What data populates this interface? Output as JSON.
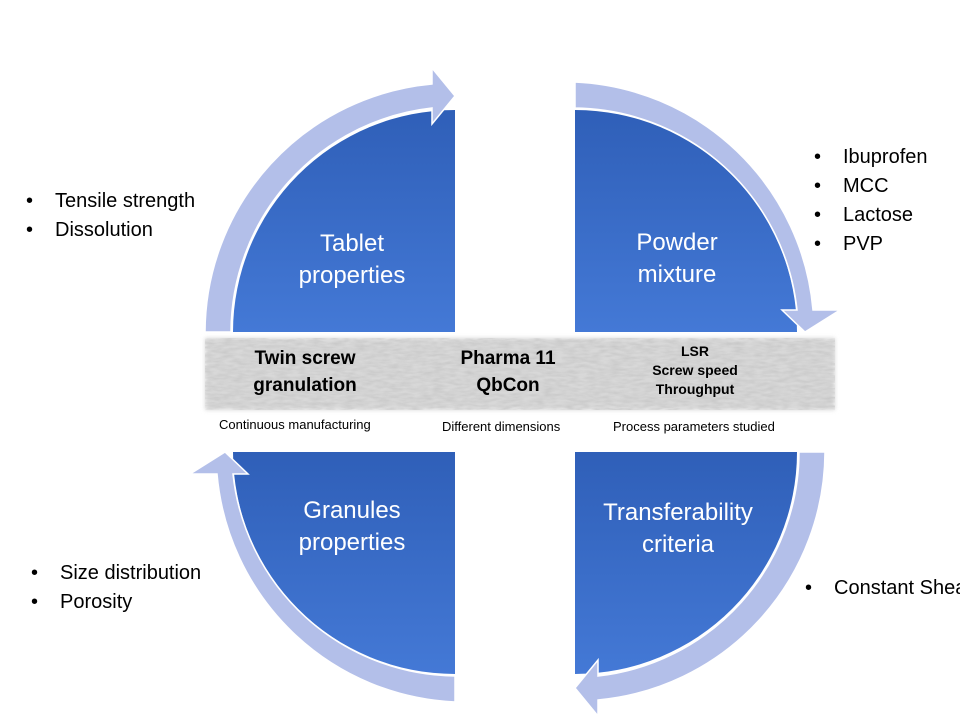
{
  "quadrants": {
    "tablet": "Tablet properties",
    "powder": "Powder mixture",
    "granules": "Granules properties",
    "transfer": "Transferability criteria"
  },
  "center": {
    "left_title": "Twin screw granulation",
    "middle_title": "Pharma 11 QbCon",
    "right_params": [
      "LSR",
      "Screw speed",
      "Throughput"
    ],
    "captions": {
      "left": "Continuous manufacturing",
      "middle": "Different dimensions",
      "right": "Process parameters studied"
    }
  },
  "bullets": {
    "tablet": [
      "Tensile strength",
      "Dissolution"
    ],
    "powder": [
      "Ibuprofen",
      "MCC",
      "Lactose",
      "PVP"
    ],
    "granules": [
      "Size distribution",
      "Porosity"
    ],
    "transfer": [
      "Constant Shear"
    ]
  },
  "colors": {
    "quadrant_fill": "#3a6fc9",
    "arrow_fill": "#b3bfe9",
    "text_light": "#ffffff"
  }
}
